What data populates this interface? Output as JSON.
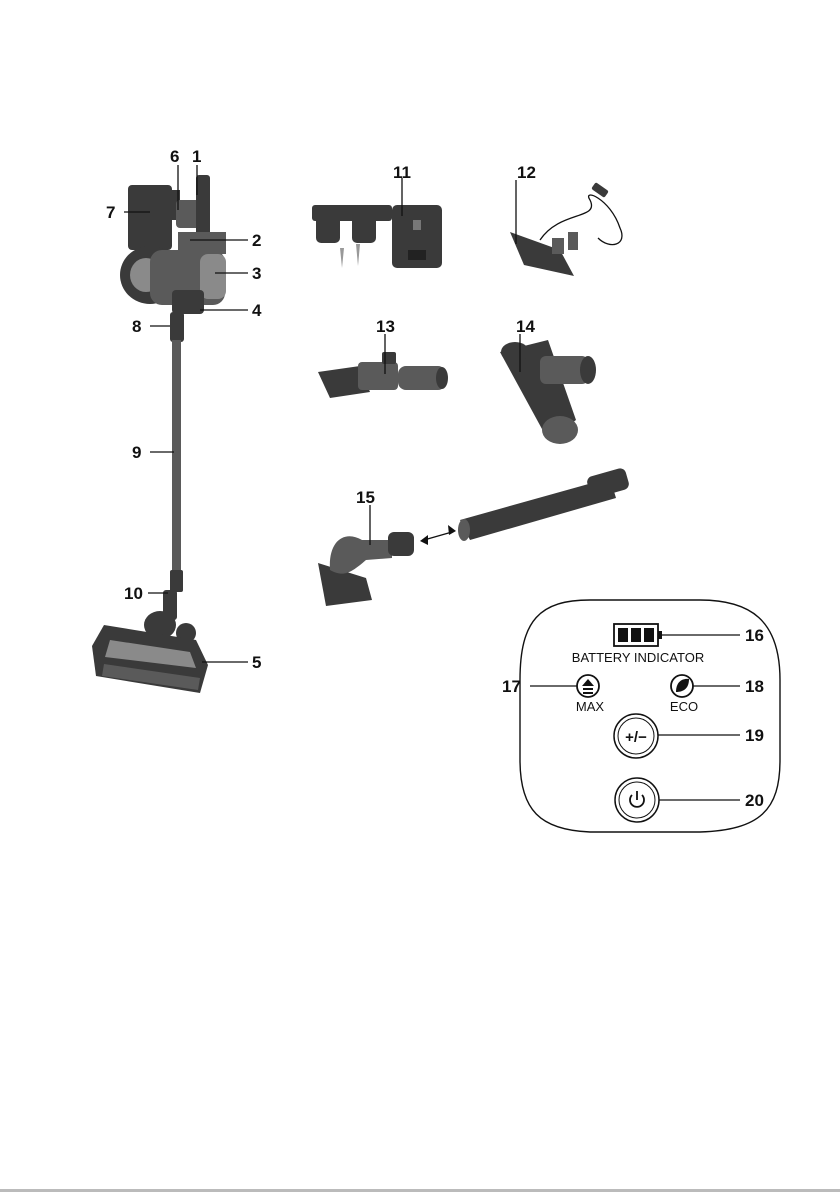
{
  "callouts": {
    "c1": "1",
    "c2": "2",
    "c3": "3",
    "c4": "4",
    "c5": "5",
    "c6": "6",
    "c7": "7",
    "c8": "8",
    "c9": "9",
    "c10": "10",
    "c11": "11",
    "c12": "12",
    "c13": "13",
    "c14": "14",
    "c15": "15",
    "c16": "16",
    "c17": "17",
    "c18": "18",
    "c19": "19",
    "c20": "20"
  },
  "control_panel": {
    "battery_label": "BATTERY INDICATOR",
    "max_label": "MAX",
    "eco_label": "ECO",
    "speed_symbol": "+/−",
    "power_icon": "power-icon"
  },
  "icons": [
    "max-icon",
    "eco-leaf-icon",
    "speed-adjust-icon",
    "power-icon",
    "battery-icon"
  ]
}
